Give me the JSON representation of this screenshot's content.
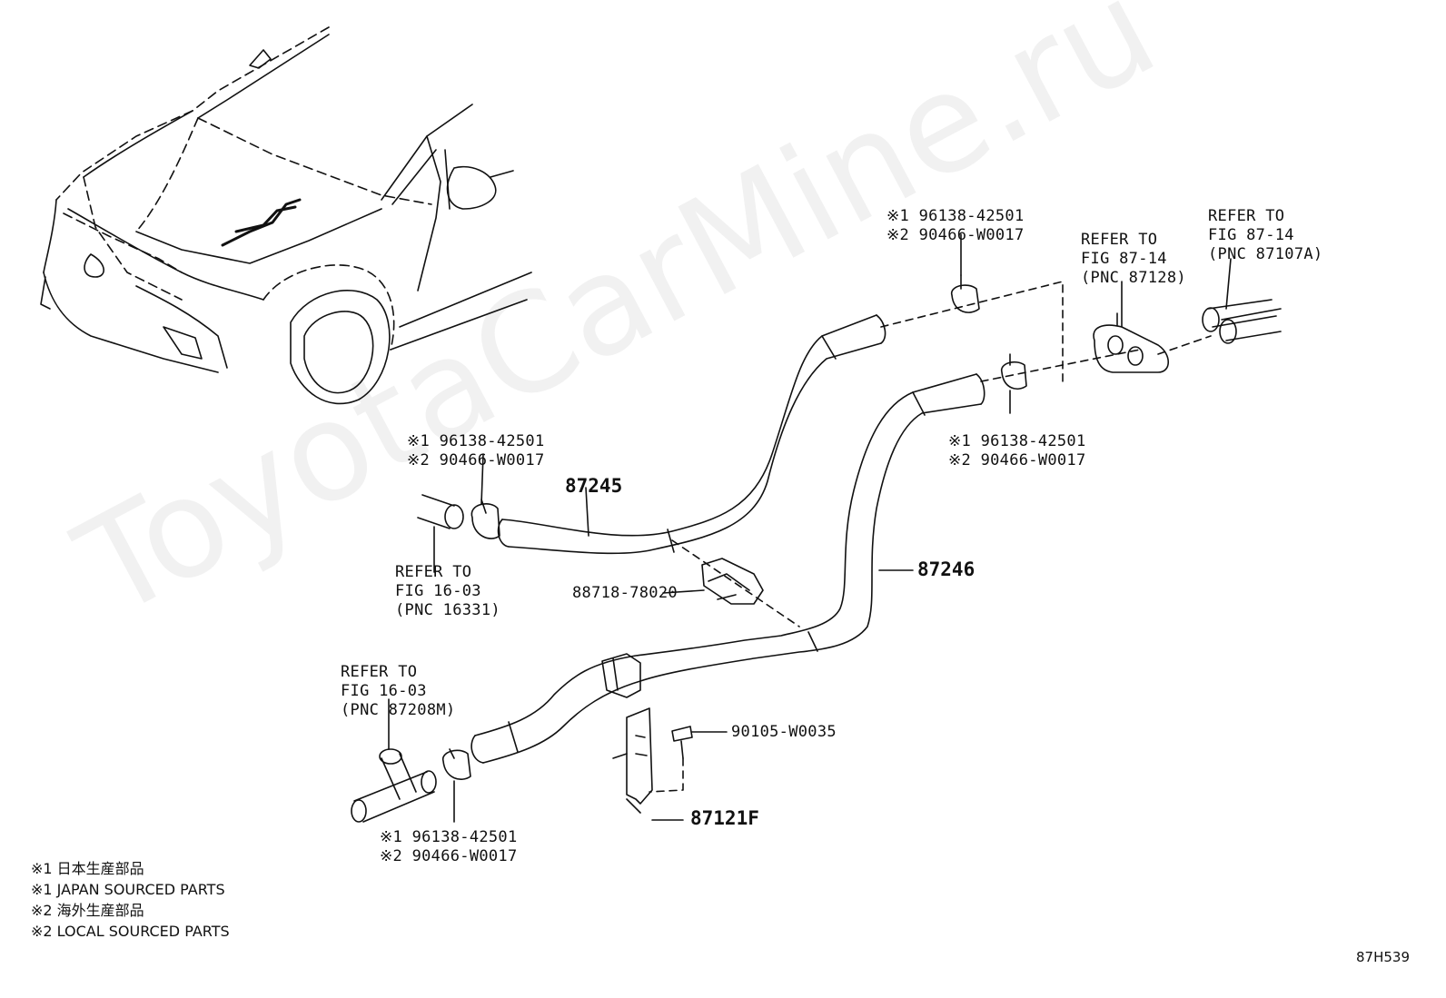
{
  "watermark": "ToyotaCarMine.ru",
  "diagram_code": "87H539",
  "labels": {
    "top_clamp": [
      "※1 96138-42501",
      "※2 90466-W0017"
    ],
    "refer_87128": [
      "REFER TO",
      "FIG 87-14",
      "(PNC 87128)"
    ],
    "refer_87107a": [
      "REFER TO",
      "FIG 87-14",
      "(PNC 87107A)"
    ],
    "right_clamp": [
      "※1 96138-42501",
      "※2 90466-W0017"
    ],
    "left_clamp": [
      "※1 96138-42501",
      "※2 90466-W0017"
    ],
    "hose_87245": "87245",
    "refer_16331": [
      "REFER TO",
      "FIG 16-03",
      "(PNC 16331)"
    ],
    "clamp_88718": "88718-78020",
    "hose_87246": "87246",
    "refer_87208m": [
      "REFER TO",
      "FIG 16-03",
      "(PNC 87208M)"
    ],
    "bolt_90105": "90105-W0035",
    "bracket_87121f": "87121F",
    "bottom_clamp": [
      "※1 96138-42501",
      "※2 90466-W0017"
    ]
  },
  "notes": [
    "※1 日本生産部品",
    "※1 JAPAN SOURCED PARTS",
    "※2 海外生産部品",
    "※2 LOCAL SOURCED PARTS"
  ]
}
